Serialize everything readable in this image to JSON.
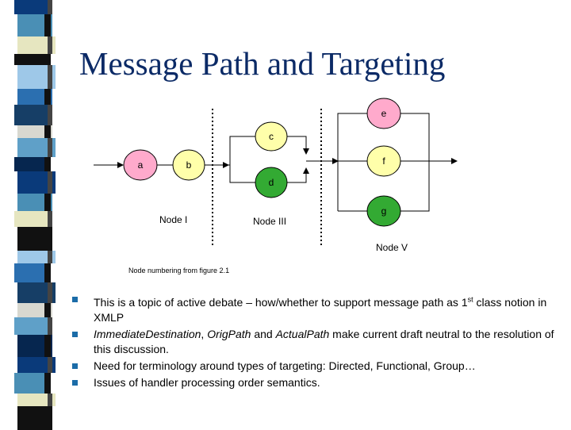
{
  "slide": {
    "title": "Message Path and Targeting",
    "caption": "Node numbering from figure 2.1"
  },
  "diagram": {
    "nodes": [
      {
        "id": "a",
        "label": "a",
        "color": "#ffaacc"
      },
      {
        "id": "b",
        "label": "b",
        "color": "#ffffaa"
      },
      {
        "id": "c",
        "label": "c",
        "color": "#ffffaa"
      },
      {
        "id": "d",
        "label": "d",
        "color": "#33aa33"
      },
      {
        "id": "e",
        "label": "e",
        "color": "#ffaacc"
      },
      {
        "id": "f",
        "label": "f",
        "color": "#ffffaa"
      },
      {
        "id": "g",
        "label": "g",
        "color": "#33aa33"
      }
    ],
    "groups": [
      {
        "label": "Node I"
      },
      {
        "label": "Node III"
      },
      {
        "label": "Node V"
      }
    ]
  },
  "bullets": [
    {
      "segments": [
        {
          "text": "This is a topic of active debate – how/whether to support message path as 1"
        },
        {
          "text": "st",
          "sup": true
        },
        {
          "text": " class notion in XMLP"
        }
      ]
    },
    {
      "segments": [
        {
          "text": "ImmediateDestination",
          "italic": true
        },
        {
          "text": ", "
        },
        {
          "text": "OrigPath",
          "italic": true
        },
        {
          "text": " and "
        },
        {
          "text": "ActualPath",
          "italic": true
        },
        {
          "text": " make current draft neutral to the resolution of this discussion."
        }
      ]
    },
    {
      "segments": [
        {
          "text": "Need for terminology around types of targeting: Directed, Functional, Group…"
        }
      ]
    },
    {
      "segments": [
        {
          "text": "Issues of handler processing order semantics."
        }
      ]
    }
  ],
  "colors": {
    "title": "#0b2a66",
    "bullet_marker": "#1b6ca8"
  }
}
